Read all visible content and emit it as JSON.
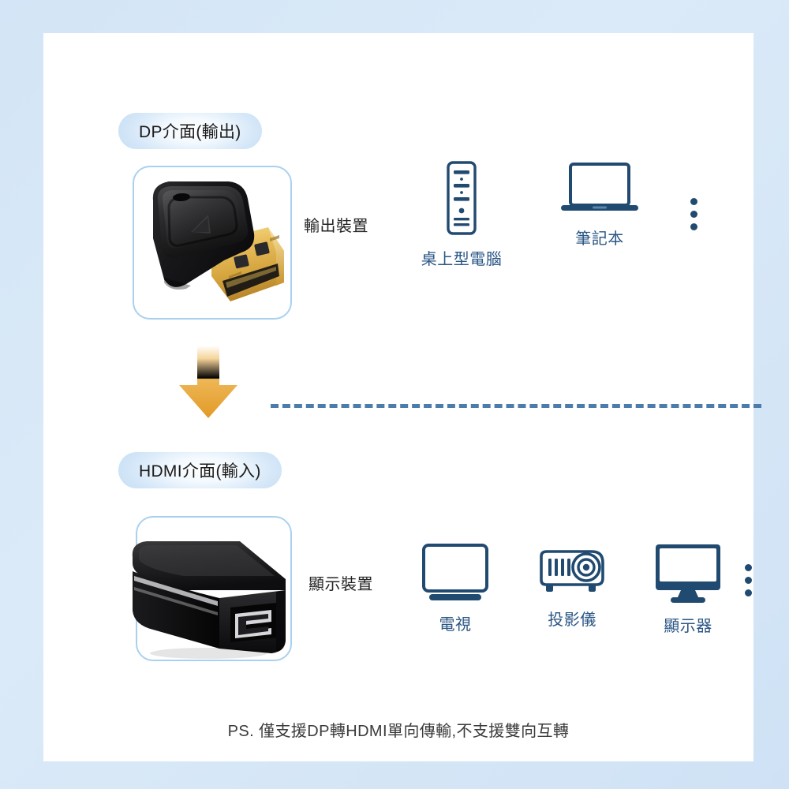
{
  "theme": {
    "outer_background": "#d6e7f7",
    "panel_background": "#ffffff",
    "icon_navy": "#214a70",
    "device_label_blue": "#2a5684",
    "badge_blue": "#bcd9f2",
    "frame_border": "#a9d1ef",
    "arrow_orange": "#e8a33d",
    "divider_blue": "#4c7cab"
  },
  "sections": {
    "output": {
      "badge": "DP介面(輸出)",
      "photo_alt": "dp-male-connector",
      "device_group_label": "輸出裝置",
      "devices": [
        {
          "icon": "desktop-tower-icon",
          "name": "桌上型電腦"
        },
        {
          "icon": "laptop-icon",
          "name": "筆記本"
        }
      ],
      "more_indicator": "ellipsis-vertical-icon"
    },
    "input": {
      "badge": "HDMI介面(輸入)",
      "photo_alt": "hdmi-female-connector",
      "device_group_label": "顯示裝置",
      "devices": [
        {
          "icon": "tv-icon",
          "name": "電視"
        },
        {
          "icon": "projector-icon",
          "name": "投影儀"
        },
        {
          "icon": "monitor-icon",
          "name": "顯示器"
        }
      ],
      "more_indicator": "ellipsis-vertical-icon"
    }
  },
  "flow": {
    "arrow": "down-arrow-icon",
    "divider": "dashed-divider"
  },
  "footer": {
    "note": "PS. 僅支援DP轉HDMI單向傳輸,不支援雙向互轉"
  }
}
